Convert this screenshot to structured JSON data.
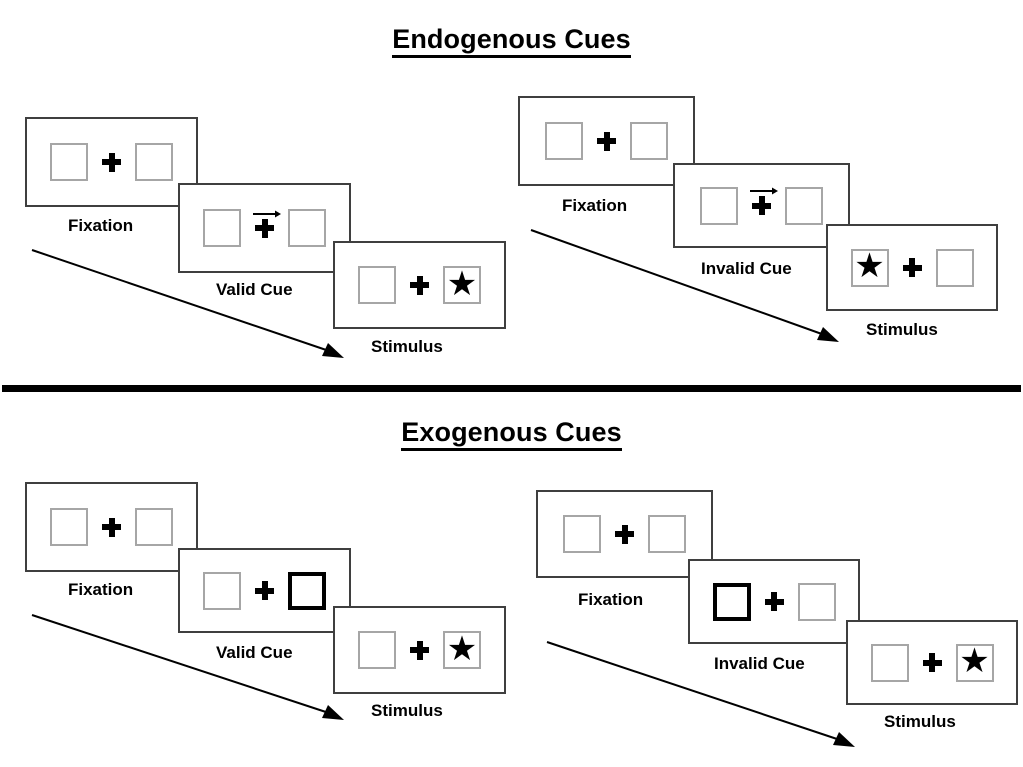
{
  "figure": {
    "title_top": "Endogenous Cues",
    "title_bottom": "Exogenous Cues",
    "divider_color": "#000000",
    "panel_border_color": "#3f3f3f",
    "box_border_color": "#a6a6a6",
    "cued_box_border_color": "#000000"
  },
  "labels": {
    "fixation": "Fixation",
    "valid_cue": "Valid Cue",
    "invalid_cue": "Invalid Cue",
    "stimulus": "Stimulus"
  },
  "glyphs": {
    "star": "★"
  },
  "sequences": [
    {
      "id": "endogenous-valid",
      "condition": "Endogenous Valid",
      "cue_type": "arrow",
      "panels": [
        {
          "name": "fixation",
          "label": "Fixation",
          "left_box": "empty",
          "right_box": "empty",
          "center": "cross",
          "arrow": "none"
        },
        {
          "name": "cue",
          "label": "Valid Cue",
          "left_box": "empty",
          "right_box": "empty",
          "center": "cross",
          "arrow": "right"
        },
        {
          "name": "stimulus",
          "label": "Stimulus",
          "left_box": "empty",
          "right_box": "star",
          "center": "cross",
          "arrow": "none"
        }
      ]
    },
    {
      "id": "endogenous-invalid",
      "condition": "Endogenous Invalid",
      "cue_type": "arrow",
      "panels": [
        {
          "name": "fixation",
          "label": "Fixation",
          "left_box": "empty",
          "right_box": "empty",
          "center": "cross",
          "arrow": "none"
        },
        {
          "name": "cue",
          "label": "Invalid Cue",
          "left_box": "empty",
          "right_box": "empty",
          "center": "cross",
          "arrow": "right"
        },
        {
          "name": "stimulus",
          "label": "Stimulus",
          "left_box": "star",
          "right_box": "empty",
          "center": "cross",
          "arrow": "none"
        }
      ]
    },
    {
      "id": "exogenous-valid",
      "condition": "Exogenous Valid",
      "cue_type": "box-highlight",
      "panels": [
        {
          "name": "fixation",
          "label": "Fixation",
          "left_box": "empty",
          "right_box": "empty",
          "center": "cross",
          "arrow": "none"
        },
        {
          "name": "cue",
          "label": "Valid Cue",
          "left_box": "empty",
          "right_box": "cued",
          "center": "cross",
          "arrow": "none"
        },
        {
          "name": "stimulus",
          "label": "Stimulus",
          "left_box": "empty",
          "right_box": "star",
          "center": "cross",
          "arrow": "none"
        }
      ]
    },
    {
      "id": "exogenous-invalid",
      "condition": "Exogenous Invalid",
      "cue_type": "box-highlight",
      "panels": [
        {
          "name": "fixation",
          "label": "Fixation",
          "left_box": "empty",
          "right_box": "empty",
          "center": "cross",
          "arrow": "none"
        },
        {
          "name": "cue",
          "label": "Invalid Cue",
          "left_box": "cued",
          "right_box": "empty",
          "center": "cross",
          "arrow": "none"
        },
        {
          "name": "stimulus",
          "label": "Stimulus",
          "left_box": "empty",
          "right_box": "star",
          "center": "cross",
          "arrow": "none"
        }
      ]
    }
  ]
}
